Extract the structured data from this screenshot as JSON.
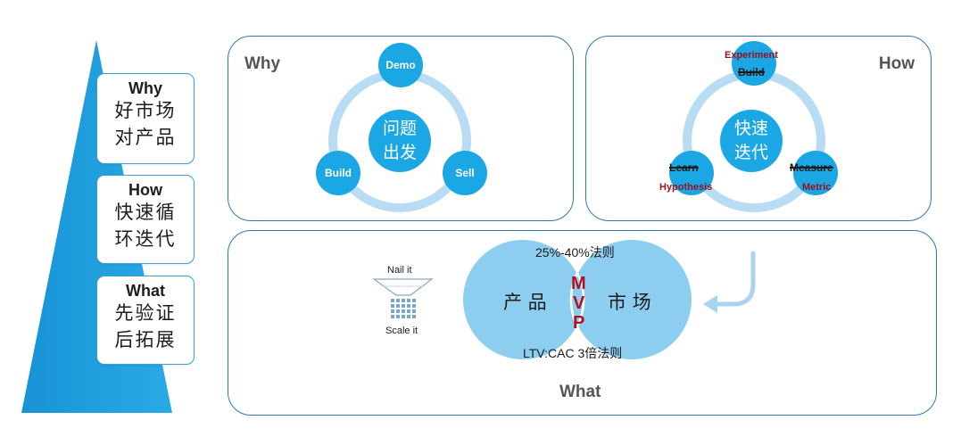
{
  "side": [
    {
      "title": "Why",
      "lines": [
        "好市场",
        "对产品"
      ]
    },
    {
      "title": "How",
      "lines": [
        "快速循",
        "环迭代"
      ]
    },
    {
      "title": "What",
      "lines": [
        "先验证",
        "后拓展"
      ]
    }
  ],
  "why_panel": {
    "title": "Why",
    "center": [
      "问题",
      "出发"
    ],
    "nodes": {
      "top": "Demo",
      "left": "Build",
      "right": "Sell"
    }
  },
  "how_panel": {
    "title": "How",
    "center": [
      "快速",
      "迭代"
    ],
    "nodes": {
      "top": {
        "old": "Build",
        "new": "Experiment"
      },
      "left": {
        "old": "Learn",
        "new": "Hypothesis"
      },
      "right": {
        "old": "Measure",
        "new": "Metric"
      }
    }
  },
  "what_panel": {
    "title": "What",
    "funnel_top": "Nail it",
    "funnel_bottom": "Scale it",
    "venn_left": "产 品",
    "venn_right": "市 场",
    "venn_top": "25%-40%法则",
    "venn_bottom": "LTV:CAC 3倍法则",
    "mvp": [
      "M",
      "V",
      "P"
    ]
  },
  "colors": {
    "accent": "#1ba6e4",
    "ring": "#b8dcf3",
    "venn": "#8ccdf0",
    "border": "#2f77b3",
    "red": "#b01020"
  }
}
